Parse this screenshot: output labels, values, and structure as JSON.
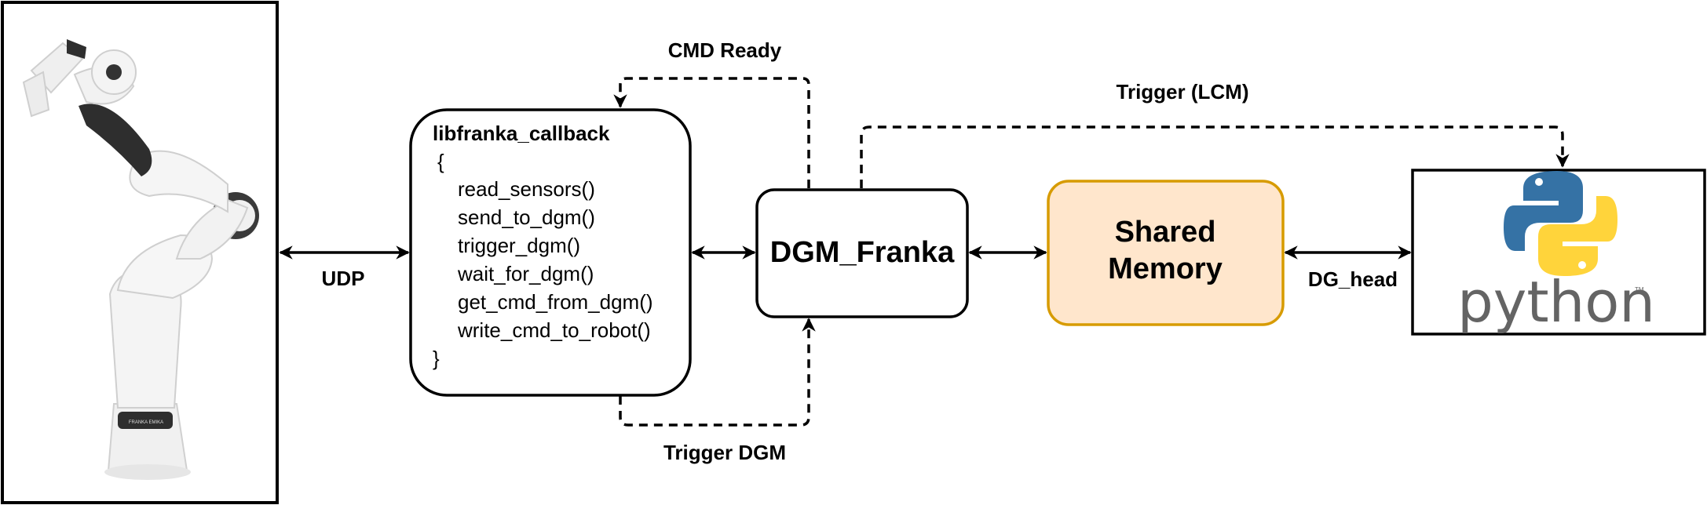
{
  "colors": {
    "stroke": "#000000",
    "shared_memory_fill": "#ffe6cc",
    "shared_memory_border": "#d79b00",
    "python_blue": "#3572a5",
    "python_yellow": "#ffd43b",
    "python_text": "#646464",
    "robot_white": "#f2f2f2",
    "robot_dark": "#333333"
  },
  "robot": {
    "icon": "franka-robot-arm-image",
    "base_text": "FRANKA EMIKA"
  },
  "edges": {
    "udp": "UDP",
    "cmd_ready": "CMD Ready",
    "trigger_lcm": "Trigger (LCM)",
    "trigger_dgm": "Trigger DGM",
    "dg_head": "DG_head"
  },
  "callback": {
    "title": "libfranka_callback",
    "open_brace": "{",
    "lines": [
      "read_sensors()",
      "send_to_dgm()",
      "trigger_dgm()",
      "wait_for_dgm()",
      "get_cmd_from_dgm()",
      "write_cmd_to_robot()"
    ],
    "close_brace": "}"
  },
  "dgm": {
    "label": "DGM_Franka"
  },
  "shared_memory": {
    "line1": "Shared",
    "line2": "Memory"
  },
  "python": {
    "icon": "python-logo",
    "wordmark": "python",
    "tm": "TM"
  }
}
